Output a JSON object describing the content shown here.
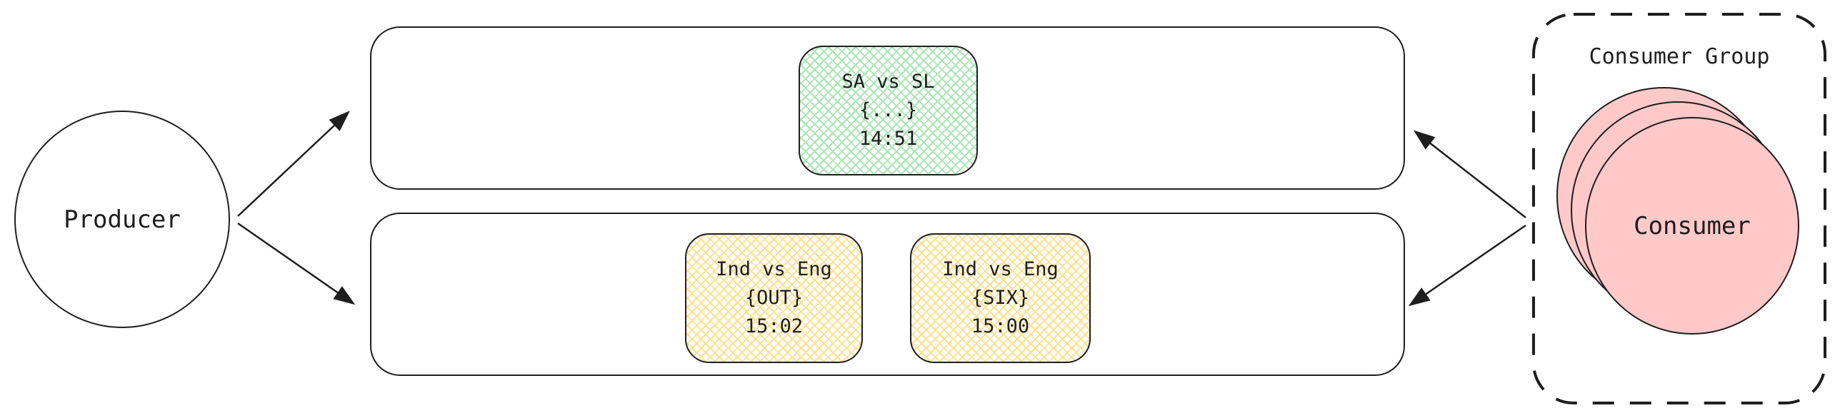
{
  "diagram": {
    "producer": {
      "label": "Producer"
    },
    "partitions": [
      {
        "name": "partition-top",
        "messages": [
          {
            "title": "SA vs SL",
            "payload": "{...}",
            "time": "14:51",
            "fill": "green-crosshatch"
          }
        ]
      },
      {
        "name": "partition-bottom",
        "messages": [
          {
            "title": "Ind vs Eng",
            "payload": "{OUT}",
            "time": "15:02",
            "fill": "yellow-crosshatch"
          },
          {
            "title": "Ind vs Eng",
            "payload": "{SIX}",
            "time": "15:00",
            "fill": "yellow-crosshatch"
          }
        ]
      }
    ],
    "consumer_group": {
      "title": "Consumer Group",
      "consumer": {
        "label": "Consumer",
        "stacked_count": 3
      }
    },
    "colors": {
      "stroke": "#1e1e1e",
      "green_hatch": "#a9e6b4",
      "yellow_hatch": "#ffe18c",
      "consumer_pink": "#ffc9c9",
      "background": "#ffffff"
    }
  }
}
